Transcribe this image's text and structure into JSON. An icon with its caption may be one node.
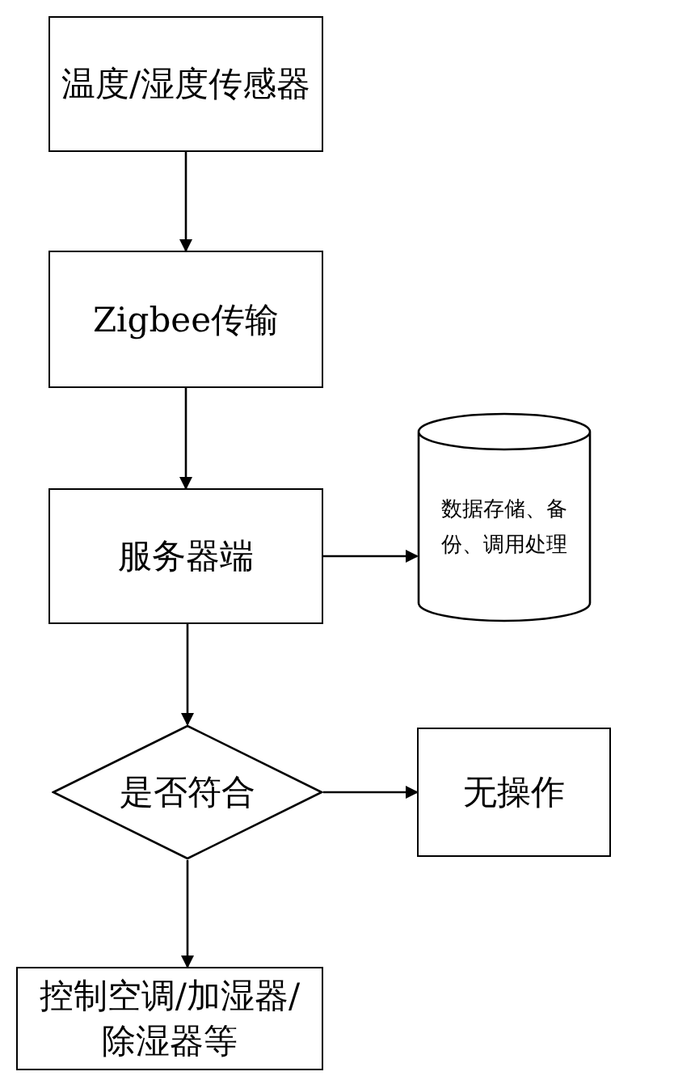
{
  "diagram": {
    "nodes": [
      {
        "text": [
          "温度/湿度传感器"
        ]
      },
      {
        "text": [
          "Zigbee传输"
        ]
      },
      {
        "text": [
          "服务器端"
        ]
      },
      {
        "text": [
          "数据存储、备份、调用处理"
        ]
      },
      {
        "text": [
          "是否符合"
        ]
      },
      {
        "text": [
          "无操作"
        ]
      },
      {
        "text": [
          "控制空调/加湿器/除湿器等"
        ]
      }
    ],
    "edges": [
      {
        "from": 0,
        "to": 1,
        "arrow": "to"
      },
      {
        "from": 1,
        "to": 2,
        "arrow": "to"
      },
      {
        "from": 2,
        "to": 3,
        "arrow": "to"
      },
      {
        "from": 2,
        "to": 4,
        "arrow": "to"
      },
      {
        "from": 4,
        "to": 5,
        "arrow": "to"
      },
      {
        "from": 4,
        "to": 6,
        "arrow": "to"
      }
    ]
  }
}
